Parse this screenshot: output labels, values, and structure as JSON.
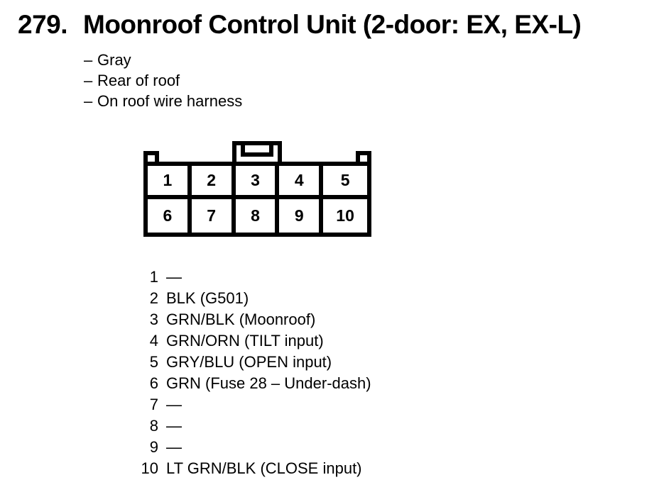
{
  "header": {
    "number": "279.",
    "title": "Moonroof Control Unit (2-door: EX, EX-L)"
  },
  "notes": [
    {
      "bullet": "–",
      "text": "Gray"
    },
    {
      "bullet": "–",
      "text": "Rear of roof"
    },
    {
      "bullet": "–",
      "text": "On roof wire harness"
    }
  ],
  "connector": {
    "description": "10-cavity connector, wire side view, center latch tab",
    "pins_top": [
      "1",
      "2",
      "3",
      "4",
      "5"
    ],
    "pins_bottom": [
      "6",
      "7",
      "8",
      "9",
      "10"
    ]
  },
  "pinout": [
    {
      "pin": "1",
      "wire": "—"
    },
    {
      "pin": "2",
      "wire": "BLK (G501)"
    },
    {
      "pin": "3",
      "wire": "GRN/BLK (Moonroof)"
    },
    {
      "pin": "4",
      "wire": "GRN/ORN (TILT input)"
    },
    {
      "pin": "5",
      "wire": "GRY/BLU (OPEN input)"
    },
    {
      "pin": "6",
      "wire": "GRN (Fuse 28 – Under-dash)"
    },
    {
      "pin": "7",
      "wire": "—"
    },
    {
      "pin": "8",
      "wire": "—"
    },
    {
      "pin": "9",
      "wire": "—"
    },
    {
      "pin": "10",
      "wire": "LT GRN/BLK (CLOSE input)"
    }
  ],
  "colors": {
    "ink": "#000000",
    "paper": "#ffffff"
  }
}
